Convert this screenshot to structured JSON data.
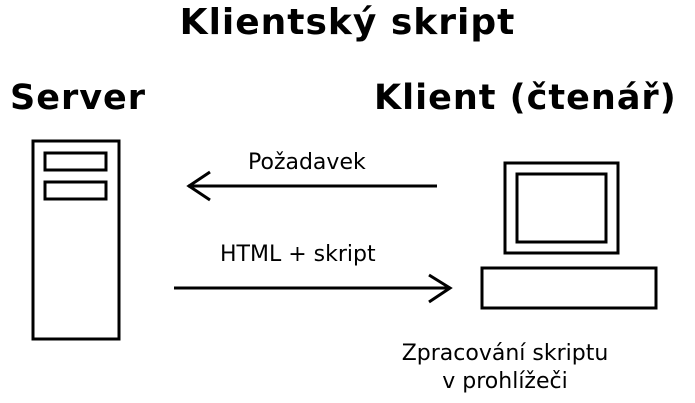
{
  "title": "Klientský skript",
  "server": {
    "label": "Server",
    "icon": "server-tower-icon"
  },
  "client": {
    "label": "Klient (čtenář)",
    "icon": "desktop-computer-icon"
  },
  "arrows": {
    "request_label": "Požadavek",
    "response_label": "HTML + skript"
  },
  "caption": {
    "line1": "Zpracování skriptu",
    "line2": "v prohlížeči"
  },
  "colors": {
    "stroke": "#000000",
    "background": "#ffffff"
  }
}
